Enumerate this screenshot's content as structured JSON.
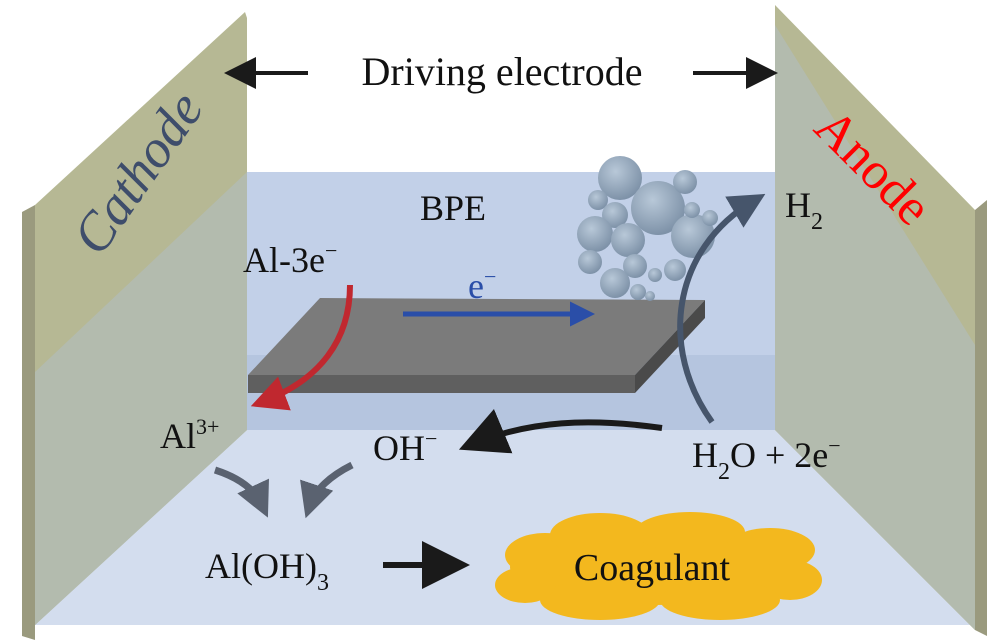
{
  "title": "Driving electrode",
  "cathode_label": "Cathode",
  "anode_label": "Anode",
  "bpe_label": "BPE",
  "electron_label": "e",
  "electron_sup": "−",
  "oxidation": {
    "text": "Al-3e",
    "sup": "−"
  },
  "al_ion": {
    "text": "Al",
    "sup": "3+"
  },
  "hydroxide": {
    "text": "OH",
    "sup": "−"
  },
  "h2": {
    "text": "H",
    "sub": "2"
  },
  "water_reaction": {
    "h": "H",
    "sub": "2",
    "rest": "O + 2e",
    "sup": "−"
  },
  "aloh3": {
    "text": "Al(OH)",
    "sub": "3"
  },
  "coagulant": "Coagulant",
  "colors": {
    "cathode_text": "#3e4d6b",
    "anode_text": "#ff0000",
    "electron": "#2a4ea8",
    "red_arrow": "#c0282f",
    "coagulant": "#f3b81e",
    "water": "#c2d0e8",
    "plate": "#b6b894"
  }
}
